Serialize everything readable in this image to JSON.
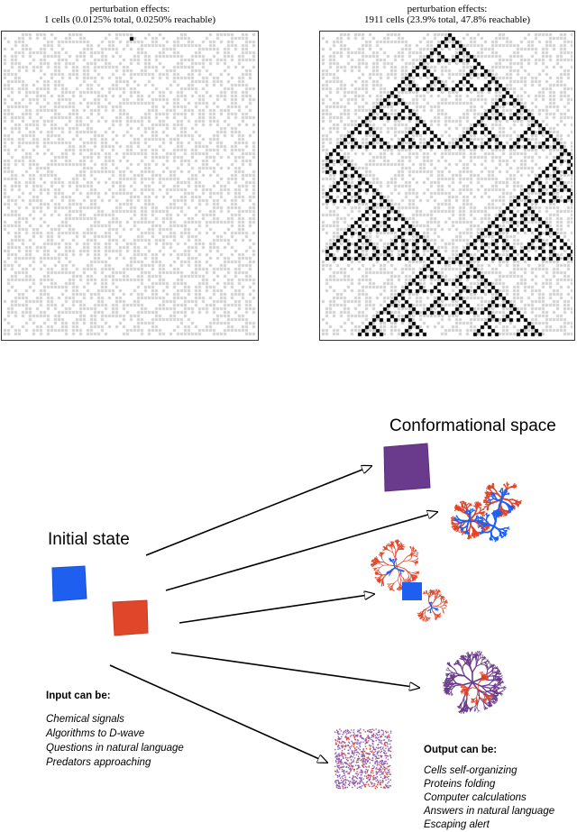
{
  "left_panel": {
    "caption_line1": "perturbation effects:",
    "caption_line2": "1 cells (0.0125% total, 0.0250% reachable)"
  },
  "right_panel": {
    "caption_line1": "perturbation effects:",
    "caption_line2": "1911 cells (23.9% total, 47.8% reachable)"
  },
  "diagram": {
    "conformational_title": "Conformational space",
    "initial_state_title": "Initial state",
    "input_title": "Input can be:",
    "input_items": [
      "Chemical signals",
      "Algorithms to D-wave",
      "Questions in natural language",
      "Predators approaching"
    ],
    "output_title": "Output can be:",
    "output_items": [
      "Cells self-organizing",
      "Proteins folding",
      "Computer calculations",
      "Answers in natural language",
      "Escaping alert"
    ]
  },
  "colors": {
    "ca_gray": "#cfcfcf",
    "ca_black": "#000000",
    "purple": "#6a3a8c",
    "blue": "#1f5ff0",
    "red": "#e0462a",
    "scatter_purple": "#8a5fb8"
  }
}
